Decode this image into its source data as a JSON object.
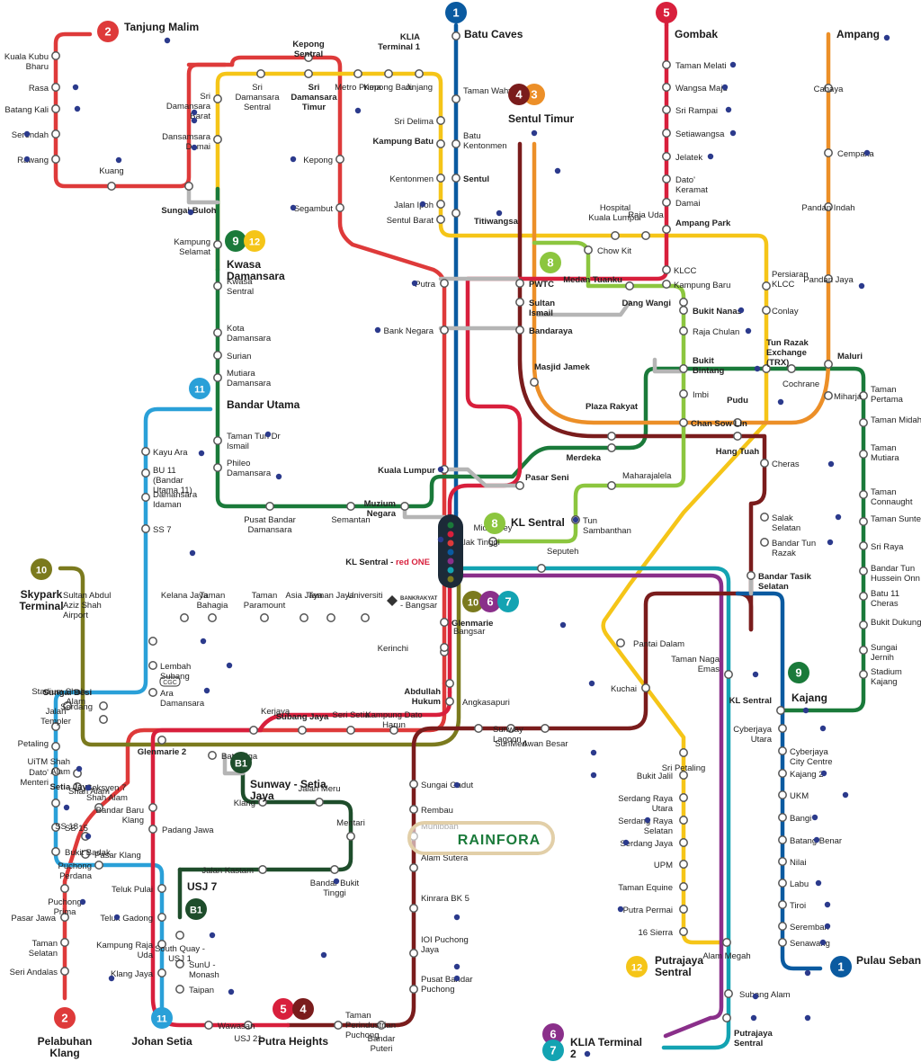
{
  "brand": "RAINFORA",
  "colors": {
    "line_1": "#0a5aa0",
    "line_2": "#de3a3a",
    "line_3": "#ec8f28",
    "line_4": "#7a1c1c",
    "line_5": "#d81f3c",
    "line_6": "#8a2f8a",
    "line_7": "#13a3b2",
    "line_8": "#8cc63f",
    "line_9": "#1a7a3a",
    "line_10": "#7b7a1e",
    "line_11": "#2aa0d8",
    "line_12": "#f5c518",
    "line_B1": "#1e4d2b",
    "walk": "#b5b5b5",
    "station_dot": "#2b3a8c",
    "badge_text": "#ffffff",
    "label_text": "#222222",
    "rainfora_border": "#e2cfa8",
    "rainfora_text": "#1a7a3a"
  },
  "line_badges": [
    {
      "id": "1",
      "text": "1"
    },
    {
      "id": "2",
      "text": "2"
    },
    {
      "id": "3",
      "text": "3"
    },
    {
      "id": "4",
      "text": "4"
    },
    {
      "id": "5",
      "text": "5"
    },
    {
      "id": "6",
      "text": "6"
    },
    {
      "id": "7",
      "text": "7"
    },
    {
      "id": "8",
      "text": "8"
    },
    {
      "id": "9",
      "text": "9"
    },
    {
      "id": "10",
      "text": "10"
    },
    {
      "id": "11",
      "text": "11"
    },
    {
      "id": "12",
      "text": "12"
    },
    {
      "id": "B1",
      "text": "B1"
    }
  ],
  "terminals": [
    {
      "id": "tanjung-malim",
      "text": "Tanjung Malim"
    },
    {
      "id": "batu-caves",
      "text": "Batu Caves"
    },
    {
      "id": "gombak",
      "text": "Gombak"
    },
    {
      "id": "ampang",
      "text": "Ampang"
    },
    {
      "id": "sentul-timur",
      "text": "Sentul Timur"
    },
    {
      "id": "kwasa-damansara",
      "text": "Kwasa Damansara"
    },
    {
      "id": "bandar-utama",
      "text": "Bandar Utama"
    },
    {
      "id": "skypark-terminal",
      "text": "Skypark Terminal"
    },
    {
      "id": "kl-sentral-8",
      "text": "KL Sentral"
    },
    {
      "id": "kajang",
      "text": "Kajang"
    },
    {
      "id": "pulau-sebang",
      "text": "Pulau Sebang"
    },
    {
      "id": "putrajaya-sentral-12",
      "text": "Putrajaya Sentral"
    },
    {
      "id": "klia-terminal-2",
      "text": "KLIA Terminal 2"
    },
    {
      "id": "pelabuhan-klang",
      "text": "Pelabuhan Klang"
    },
    {
      "id": "johan-setia",
      "text": "Johan Setia"
    },
    {
      "id": "putra-heights",
      "text": "Putra Heights"
    },
    {
      "id": "sunway-setia-jaya",
      "text": "Sunway - Setia Jaya"
    },
    {
      "id": "usj-7",
      "text": "USJ 7"
    }
  ],
  "stations": [
    "Kuala Kubu Bharu",
    "Rasa",
    "Batang Kali",
    "Serendah",
    "Rawang",
    "Kuang",
    "Sungai Buloh",
    "Kepong Sentral",
    "Sri Damansara Sentral",
    "Sri Damansara Timur",
    "Metro Prima",
    "Kepong Baru",
    "Jinjang",
    "Sri Damansara Barat",
    "Dansamsara Damai",
    "Sri Delima",
    "Kampung Batu",
    "Kentonmen",
    "Jalan Ipoh",
    "Sentul Barat",
    "Kepong",
    "Segambut",
    "Kampung Selamat",
    "Taman Wahyu",
    "Batu Kentonmen",
    "Sentul",
    "Titiwangsa",
    "Taman Melati",
    "Wangsa Maju",
    "Sri Rampai",
    "Setiawangsa",
    "Jelatek",
    "Dato' Keramat",
    "Damai",
    "Ampang Park",
    "Cahaya",
    "Cempaka",
    "Pandan Indah",
    "Pandan Jaya",
    "Maluri",
    "Hospital Kuala Lumpur",
    "Raja Uda",
    "Chow Kit",
    "Medan Tuanku",
    "KLCC",
    "Kampung Baru",
    "Persiaran KLCC",
    "Conlay",
    "Tun Razak Exchange (TRX)",
    "Putra",
    "PWTC",
    "Sultan Ismail",
    "Dang Wangi",
    "Bukit Nanas",
    "Raja Chulan",
    "Bank Negara",
    "Bandaraya",
    "Bukit Bintang",
    "Masjid Jamek",
    "Imbi",
    "Pudu",
    "Cochrane",
    "Miharja",
    "Plaza Rakyat",
    "Chan Sow Lin",
    "Hang Tuah",
    "Merdeka",
    "Kwasa Sentral",
    "Kota Damansara",
    "Surian",
    "Mutiara Damansara",
    "Taman Tun Dr Ismail",
    "Phileo Damansara",
    "Pusat Bandar Damansara",
    "Semantan",
    "Kayu Ara",
    "BU 11 (Bandar Utama 11)",
    "Damansara Idaman",
    "SS 7",
    "Kuala Lumpur",
    "Pasar Seni",
    "Muzium Negara",
    "Maharajalela",
    "Cheras",
    "Tun Sambanthan",
    "Taman Pertama",
    "Taman Midah",
    "Taman Mutiara",
    "Taman Connaught",
    "Taman Suntex",
    "Sri Raya",
    "Bandar Tun Hussein Onn",
    "Batu 11 Cheras",
    "Bukit Dukung",
    "Sungai Jernih",
    "Stadium Kajang",
    "Salak Selatan",
    "Bandar Tun Razak",
    "Bandar Tasik Selatan",
    "Mid Valley",
    "Seputeh",
    "Kelana Jaya",
    "Taman Bahagia",
    "Taman Paramount",
    "Asia Jaya",
    "Taman Jaya",
    "Universiti",
    "Bangsar",
    "Sultan Abdul Aziz Shah Airport",
    "Lembah Subang",
    "Ara Damansara",
    "Glenmarie",
    "Kerinchi",
    "Abdullah Hukum",
    "Angkasapuri",
    "Pantai Dalam",
    "Kuchai",
    "Taman Naga Emas",
    "Sungai Besi",
    "Serdang",
    "Stadium Shah Alam",
    "Glenmarie 2",
    "Kerjaya",
    "Subang Jaya",
    "Seri Setia",
    "Kampung Dato Harun",
    "Jalan Templer",
    "Petaling",
    "Dato' Menteri",
    "UiTM Shah Alam",
    "Seksyen 7 Shah Alam",
    "Batu Tiga",
    "Shah Alam",
    "Setia Jaya",
    "Bandar Baru Klang",
    "Padang Jawa",
    "SS 15",
    "SS 18",
    "Pasar Klang",
    "Bukit Badak",
    "Klang",
    "Jalan Meru",
    "Mentari",
    "Sunway Lagoon",
    "SunMed",
    "Awan Besar",
    "Sri Petaling",
    "Bukit Jalil",
    "Serdang Raya Utara",
    "Serdang Raya Selatan",
    "Serdang Jaya",
    "UPM",
    "Taman Equine",
    "Putra Permai",
    "16 Sierra",
    "Cyberjaya Utara",
    "Cyberjaya City Centre",
    "Kajang 2",
    "UKM",
    "Bangi",
    "Batang Benar",
    "Nilai",
    "Labu",
    "Tiroi",
    "Seremban",
    "Senawang",
    "Sungai Gadut",
    "Rembau",
    "Muhibbah",
    "Alam Sutera",
    "Kinrara BK 5",
    "IOI Puchong Jaya",
    "Pusat Bandar Puchong",
    "Taman Perindustrian Puchong",
    "Bandar Puteri",
    "Puchong Prima",
    "Puchong Perdana",
    "Teluk Pulai",
    "Pasar Jawa",
    "Taman Selatan",
    "Teluk Gadong",
    "Seri Andalas",
    "Kampung Raja Uda",
    "Klang Jaya",
    "Jalan Kastam",
    "Bandar Bukit Tinggi",
    "South Quay - USJ 1",
    "SunU - Monash",
    "Taipan",
    "Wawasan",
    "USJ 21",
    "Alam Megah",
    "Subang Alam",
    "Putrajaya Sentral",
    "Salak Tinggi",
    "KLIA Terminal 1",
    "KL Sentral",
    "Batu Caves",
    "Kajang"
  ],
  "kl_sentral_redone": {
    "prefix": "KL Sentral",
    "suffix": "red ONE"
  },
  "bank_rakyat": {
    "logo": "BANKRAKYAT",
    "station": "Bangsar"
  },
  "cgc": {
    "logo": "CGC",
    "station": "Glenmarie"
  },
  "icon_names": [
    "station-dot-icon",
    "line-badge-icon",
    "interchange-node-icon",
    "bank-rakyat-logo-icon",
    "cgc-logo-icon"
  ]
}
